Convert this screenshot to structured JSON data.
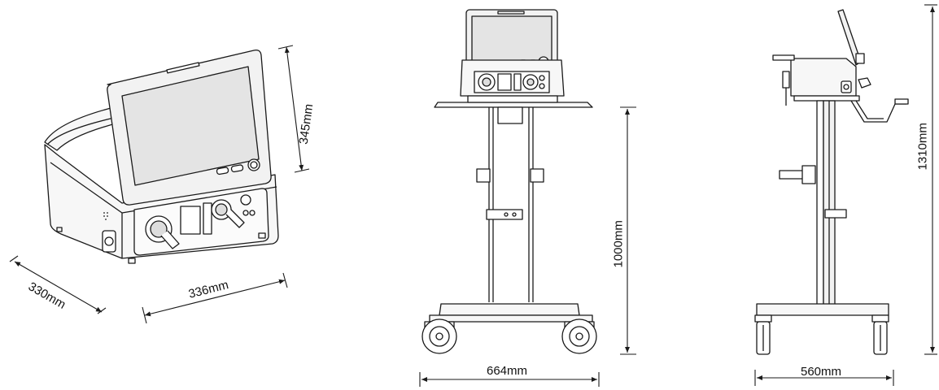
{
  "dimensions": {
    "depth": "330mm",
    "width": "336mm",
    "height": "345mm",
    "cart_height": "1000mm",
    "cart_width": "664mm",
    "total_height": "1310mm",
    "cart_depth": "560mm"
  },
  "colors": {
    "line": "#1a1a1a",
    "screen": "#e4e4e4",
    "body": "#f7f7f7",
    "dark": "#333333"
  }
}
